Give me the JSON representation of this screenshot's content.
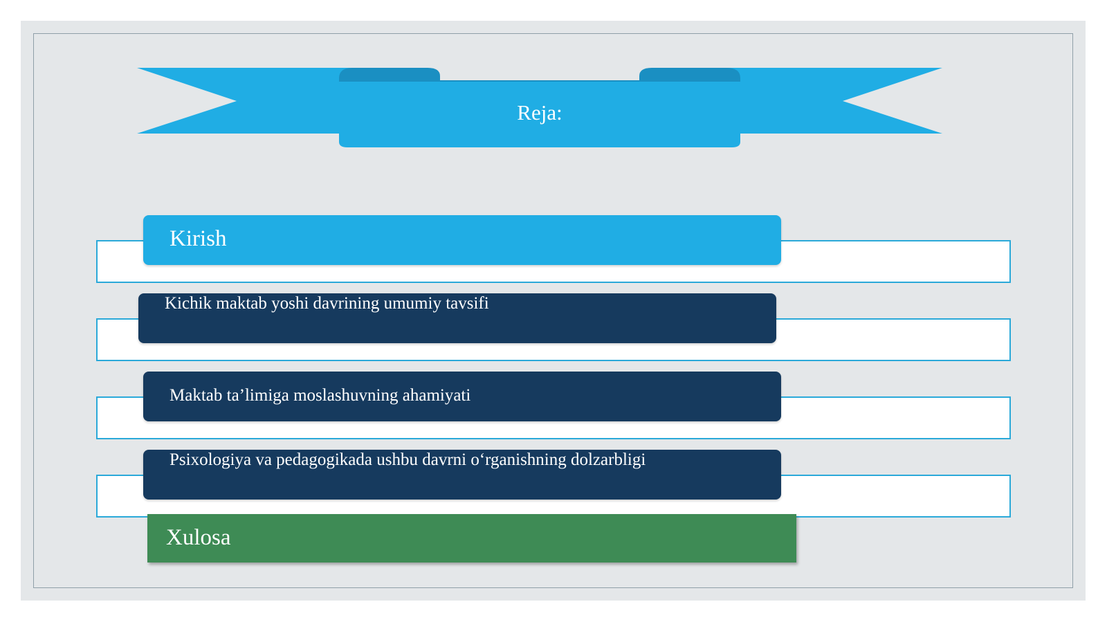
{
  "slide": {
    "title": "Reja:",
    "items": [
      {
        "label": "Kirish"
      },
      {
        "label": "Kichik maktab yoshi davrining umumiy tavsifi"
      },
      {
        "label": "Maktab ta’limiga moslashuvning ahamiyati"
      },
      {
        "label": "Psixologiya va pedagogikada ushbu davrni o‘rganishning dolzarbligi"
      },
      {
        "label": "Xulosa"
      }
    ]
  },
  "colors": {
    "banner": "#20ade4",
    "banner_shadow": "#1a8fc2",
    "navy": "#163a5e",
    "green": "#3e8b55",
    "outline": "#2aa9d9",
    "background": "#e4e7e9"
  }
}
